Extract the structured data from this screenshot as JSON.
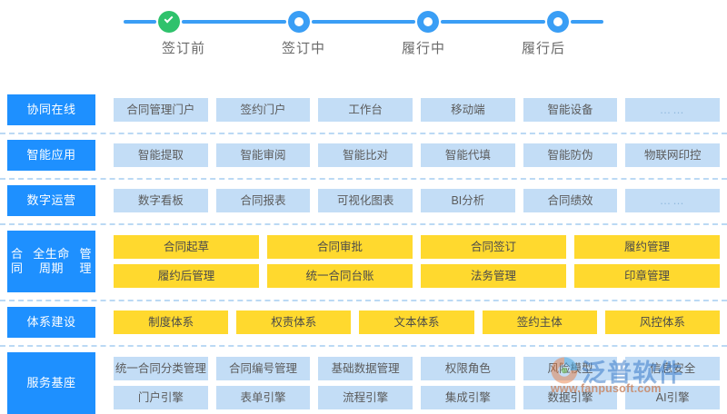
{
  "stepper": {
    "steps": [
      {
        "label": "签订前",
        "state": "done",
        "icon": "check-circle-icon"
      },
      {
        "label": "签订中",
        "state": "pending",
        "icon": "ring-circle-icon"
      },
      {
        "label": "履行中",
        "state": "pending",
        "icon": "ring-circle-icon"
      },
      {
        "label": "履行后",
        "state": "pending",
        "icon": "ring-circle-icon"
      }
    ],
    "colors": {
      "done": "#2FC26C",
      "pending": "#3A9EF5",
      "track": "#3A9EF5",
      "label": "#6a6a6a"
    }
  },
  "colors": {
    "label_blue": "#1E90FF",
    "cell_blue": "#C3DDF6",
    "cell_yellow": "#FFD92E",
    "divider": "#BBD9F4",
    "text_dark": "#5b5b5b"
  },
  "matrix": {
    "rows": [
      {
        "label": "协同在线",
        "style": "blue",
        "lines": [
          [
            "合同管理门户",
            "签约门户",
            "工作台",
            "移动端",
            "智能设备",
            "……"
          ]
        ]
      },
      {
        "label": "智能应用",
        "style": "blue",
        "lines": [
          [
            "智能提取",
            "智能审阅",
            "智能比对",
            "智能代填",
            "智能防伪",
            "物联网印控"
          ]
        ]
      },
      {
        "label": "数字运营",
        "style": "blue",
        "lines": [
          [
            "数字看板",
            "合同报表",
            "可视化图表",
            "BI分析",
            "合同绩效",
            "……"
          ]
        ]
      },
      {
        "label": "合同\n全生命周期\n管理",
        "style": "yellow",
        "lines": [
          [
            "合同起草",
            "合同审批",
            "合同签订",
            "履约管理"
          ],
          [
            "履约后管理",
            "统一合同台账",
            "法务管理",
            "印章管理"
          ]
        ]
      },
      {
        "label": "体系建设",
        "style": "yellow",
        "lines": [
          [
            "制度体系",
            "权责体系",
            "文本体系",
            "签约主体",
            "风控体系"
          ]
        ]
      },
      {
        "label": "服务基座",
        "style": "blue",
        "lines": [
          [
            "统一合同分类管理",
            "合同编号管理",
            "基础数据管理",
            "权限角色",
            "风险模型",
            "信息安全"
          ],
          [
            "门户引擎",
            "表单引擎",
            "流程引擎",
            "集成引擎",
            "数据引擎",
            "AI引擎"
          ]
        ]
      }
    ]
  },
  "watermark": {
    "brand": "泛普软件",
    "url": "www.fanpusoft.com"
  }
}
